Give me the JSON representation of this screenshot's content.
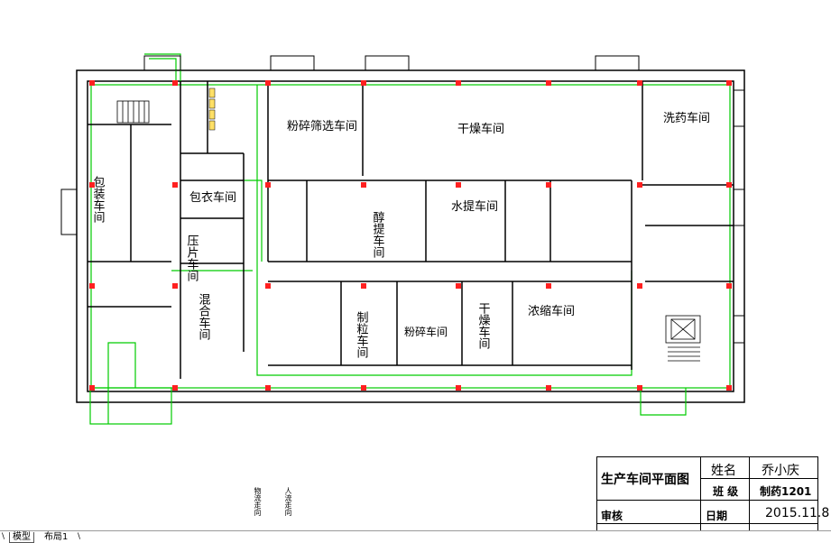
{
  "title_block": {
    "drawing_title": "生产车间平面图",
    "name_label": "姓名",
    "name_value": "乔小庆",
    "class_label": "班 级",
    "class_value": "制药1201",
    "review_label": "审核",
    "date_label": "日期",
    "date_value": "2015.11.8"
  },
  "rooms": {
    "packaging": "包装车间",
    "inner_packaging": "包衣车间",
    "tableting": "压片车间",
    "mixing": "混合车间",
    "crushing_sieving": "粉碎筛选车间",
    "drying": "干燥车间",
    "washing": "洗药车间",
    "alcohol_extraction": "醇提车间",
    "water_extraction": "水提车间",
    "granulating": "制粒车间",
    "crushing": "粉碎车间",
    "drying2": "干燥车间",
    "concentration": "浓缩车间"
  },
  "annotations": {
    "material_flow": "物流走向",
    "people_flow": "人流走向"
  },
  "tabs": [
    "模型",
    "布局1"
  ],
  "colors": {
    "wall": "#000000",
    "green_line": "#00cc00",
    "column": "#ff0000",
    "paper": "#ffffff"
  }
}
